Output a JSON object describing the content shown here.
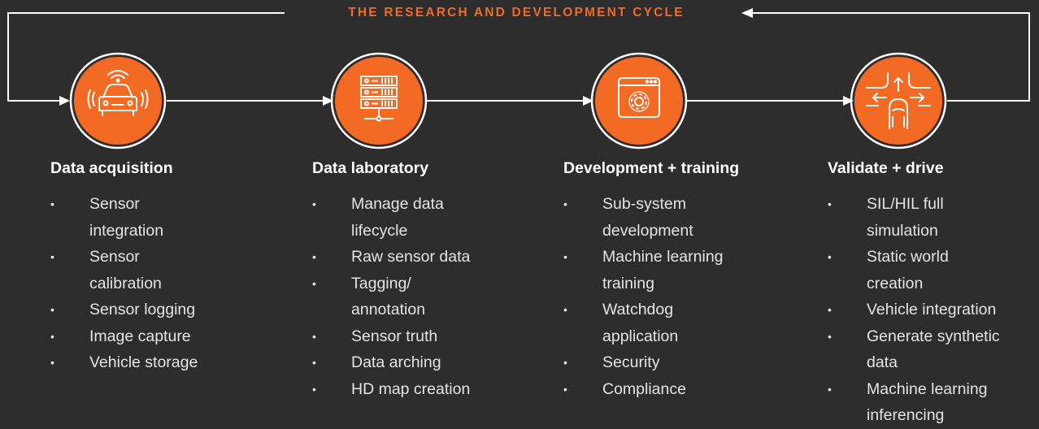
{
  "title": "THE RESEARCH AND DEVELOPMENT CYCLE",
  "colors": {
    "accent": "#f26a23",
    "background": "#2d2d2d",
    "text": "#e4e4e4"
  },
  "stages": [
    {
      "icon": "car-sensor-icon",
      "heading": "Data acquisition",
      "items": [
        "Sensor integration",
        "Sensor calibration",
        "Sensor logging",
        "Image capture",
        "Vehicle storage"
      ]
    },
    {
      "icon": "server-rack-icon",
      "heading": "Data laboratory",
      "items": [
        "Manage data lifecycle",
        "Raw sensor data",
        "Tagging/ annotation",
        "Sensor truth",
        "Data arching",
        "HD map creation"
      ]
    },
    {
      "icon": "gear-window-icon",
      "heading": "Development + training",
      "items": [
        "Sub-system development",
        "Machine learning training",
        "Watchdog application",
        "Security",
        "Compliance"
      ]
    },
    {
      "icon": "intersection-car-icon",
      "heading": "Validate + drive",
      "items": [
        "SIL/HIL full simulation",
        "Static world creation",
        "Vehicle integration",
        "Generate synthetic data",
        "Machine learning inferencing"
      ]
    }
  ]
}
